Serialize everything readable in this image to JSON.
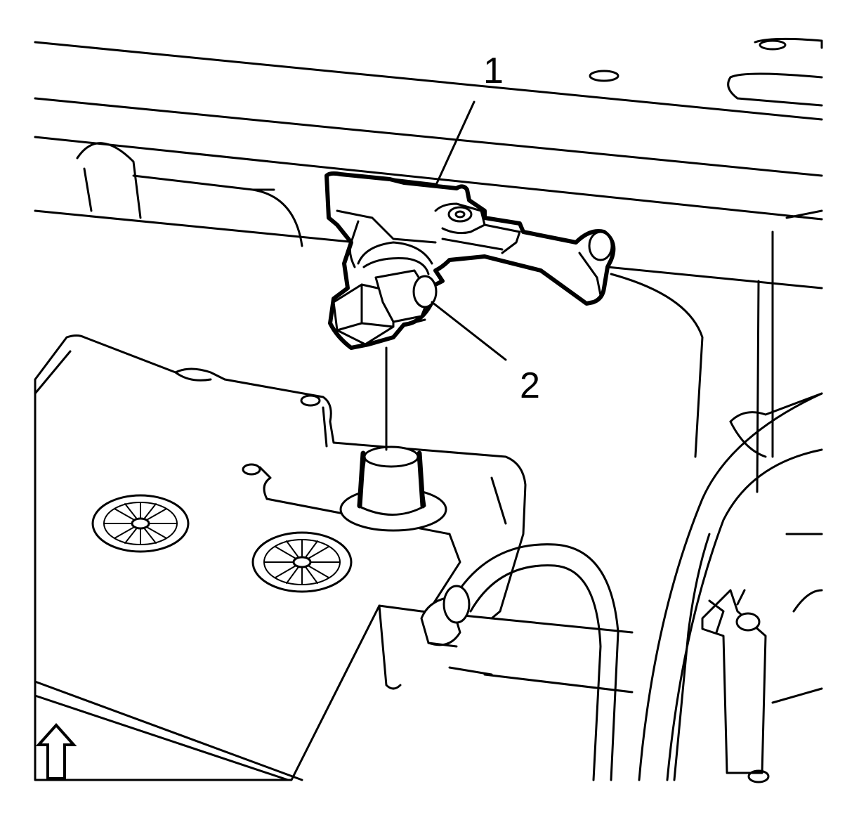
{
  "callouts": [
    {
      "number": "1",
      "part": "battery-terminal-clamp"
    },
    {
      "number": "2",
      "part": "terminal-nut"
    }
  ],
  "direction_arrow": {
    "icon": "forward-arrow-icon"
  },
  "colors": {
    "line": "#000000",
    "background": "#ffffff"
  }
}
